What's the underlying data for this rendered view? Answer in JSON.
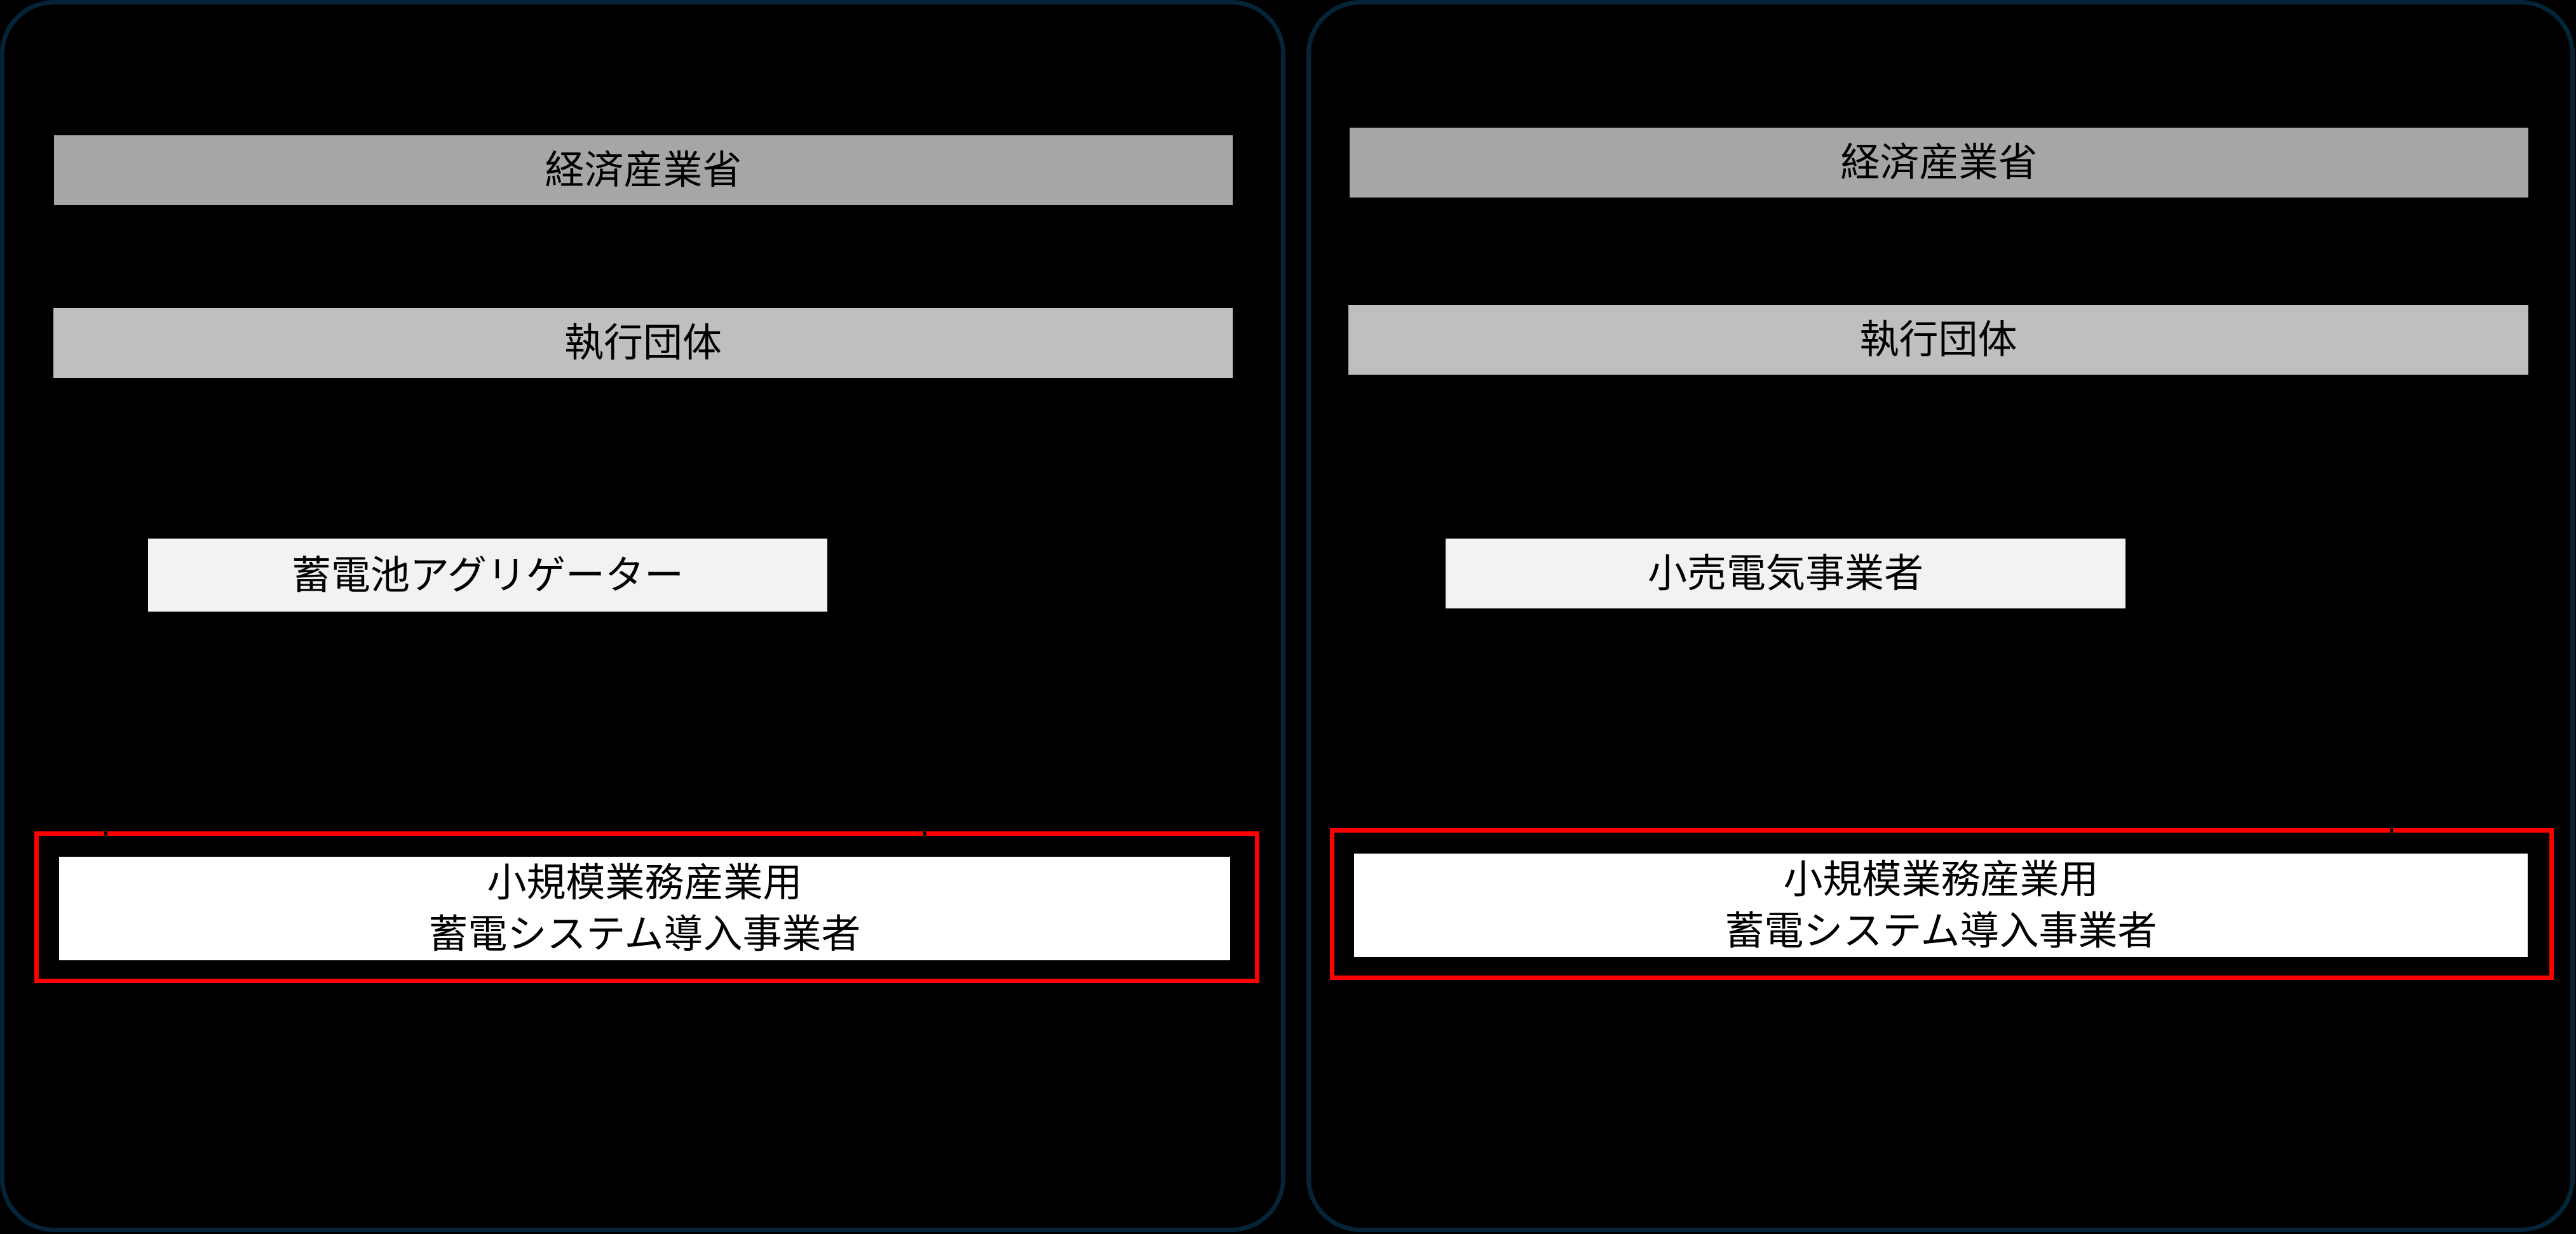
{
  "colors": {
    "background": "#000000",
    "panel_border": "#042437",
    "meti_box": "#a6a6a6",
    "execution_box": "#bfbfbf",
    "intermediary_box": "#f2f2f2",
    "target_box": "#ffffff",
    "highlight_frame": "#ff0000",
    "text": "#000000"
  },
  "panels": [
    {
      "id": "left",
      "ministry": "経済産業省",
      "executing_body": "執行団体",
      "intermediary": "蓄電池アグリゲーター",
      "target": {
        "line1": "小規模業務産業用",
        "line2": "蓄電システム導入事業者"
      }
    },
    {
      "id": "right",
      "ministry": "経済産業省",
      "executing_body": "執行団体",
      "intermediary": "小売電気事業者",
      "target": {
        "line1": "小規模業務産業用",
        "line2": "蓄電システム導入事業者"
      }
    }
  ]
}
